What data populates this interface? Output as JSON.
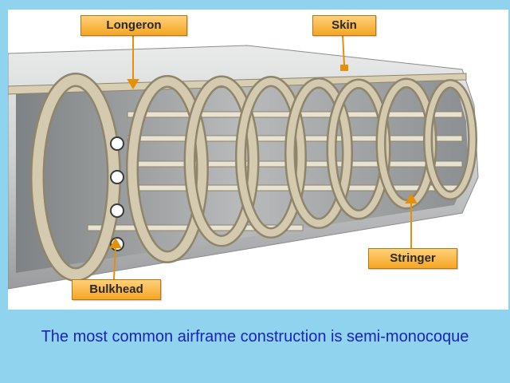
{
  "labels": {
    "longeron": "Longeron",
    "skin": "Skin",
    "stringer": "Stringer",
    "bulkhead": "Bulkhead"
  },
  "caption": "The most common airframe construction is semi-monocoque",
  "colors": {
    "background": "#8fd3ee",
    "callout_fill": "#f5a623",
    "frame_tan": "#cfc6a8",
    "caption_text": "#1c23b8"
  }
}
